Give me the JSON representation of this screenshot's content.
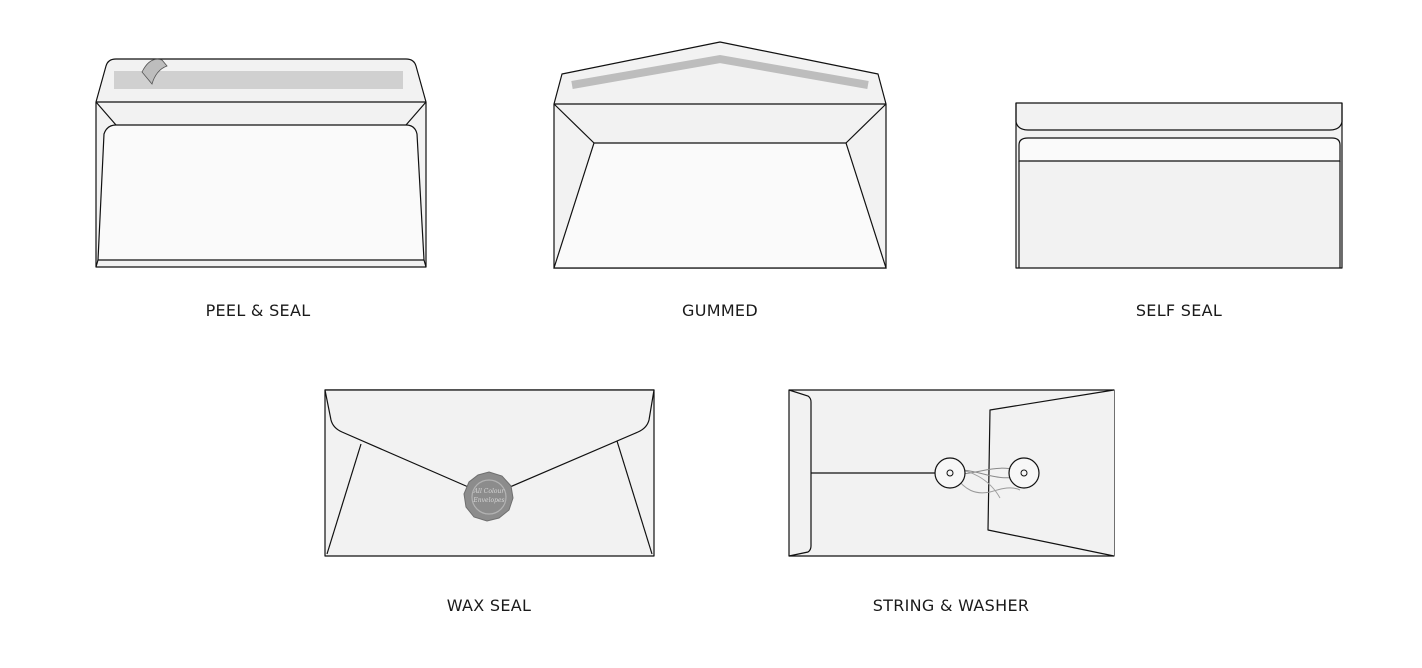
{
  "envelopes": [
    {
      "label": "PEEL & SEAL",
      "icon": "peel-and-seal-envelope-icon"
    },
    {
      "label": "GUMMED",
      "icon": "gummed-envelope-icon"
    },
    {
      "label": "SELF SEAL",
      "icon": "self-seal-envelope-icon"
    },
    {
      "label": "WAX SEAL",
      "icon": "wax-seal-envelope-icon",
      "seal_text": "All Colour Envelopes"
    },
    {
      "label": "STRING & WASHER",
      "icon": "string-and-washer-envelope-icon"
    }
  ],
  "colors": {
    "paper": "#f2f2f2",
    "outline": "#111111",
    "adhesive_strip": "#d0d0d0",
    "wax": "#8c8c8c"
  }
}
